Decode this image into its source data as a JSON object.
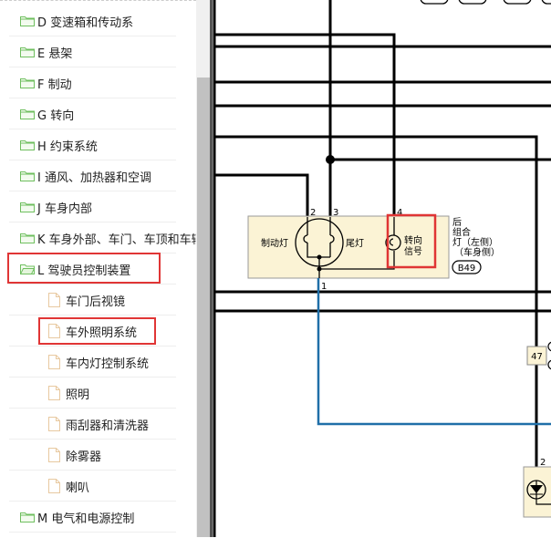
{
  "sidebar": {
    "items": [
      {
        "label": "D 变速箱和传动系",
        "type": "folder"
      },
      {
        "label": "E 悬架",
        "type": "folder"
      },
      {
        "label": "F 制动",
        "type": "folder"
      },
      {
        "label": "G 转向",
        "type": "folder"
      },
      {
        "label": "H 约束系统",
        "type": "folder"
      },
      {
        "label": "I 通风、加热器和空调",
        "type": "folder"
      },
      {
        "label": "J 车身内部",
        "type": "folder"
      },
      {
        "label": "K 车身外部、车门、车顶和车辆",
        "type": "folder"
      },
      {
        "label": "L 驾驶员控制装置",
        "type": "folder-open",
        "highlighted": true
      },
      {
        "label": "车门后视镜",
        "type": "file"
      },
      {
        "label": "车外照明系统",
        "type": "file",
        "highlighted": true,
        "selected": true
      },
      {
        "label": "车内灯控制系统",
        "type": "file"
      },
      {
        "label": "照明",
        "type": "file"
      },
      {
        "label": "雨刮器和清洗器",
        "type": "file"
      },
      {
        "label": "除雾器",
        "type": "file"
      },
      {
        "label": "喇叭",
        "type": "file"
      },
      {
        "label": "M 电气和电源控制",
        "type": "folder"
      }
    ]
  },
  "diagram": {
    "component": {
      "brake_lamp": "制动灯",
      "tail_lamp": "尾灯",
      "turn_signal_1": "转向",
      "turn_signal_2": "信号",
      "name_line1": "后",
      "name_line2": "组合",
      "name_line3": "灯（左侧）",
      "name_line4": "（车身侧）",
      "connector": "B49"
    },
    "pins": {
      "p1": "1",
      "p2": "2",
      "p3": "3",
      "p4": "4",
      "right_pin": "2"
    },
    "splice": "47",
    "colors": {
      "wire": "#000000",
      "blue_wire": "#1f6fa8",
      "component_fill": "#fbf3d5",
      "highlight": "#e03535",
      "folder": "#6fbf5f",
      "file": "#e8c9a0"
    }
  }
}
